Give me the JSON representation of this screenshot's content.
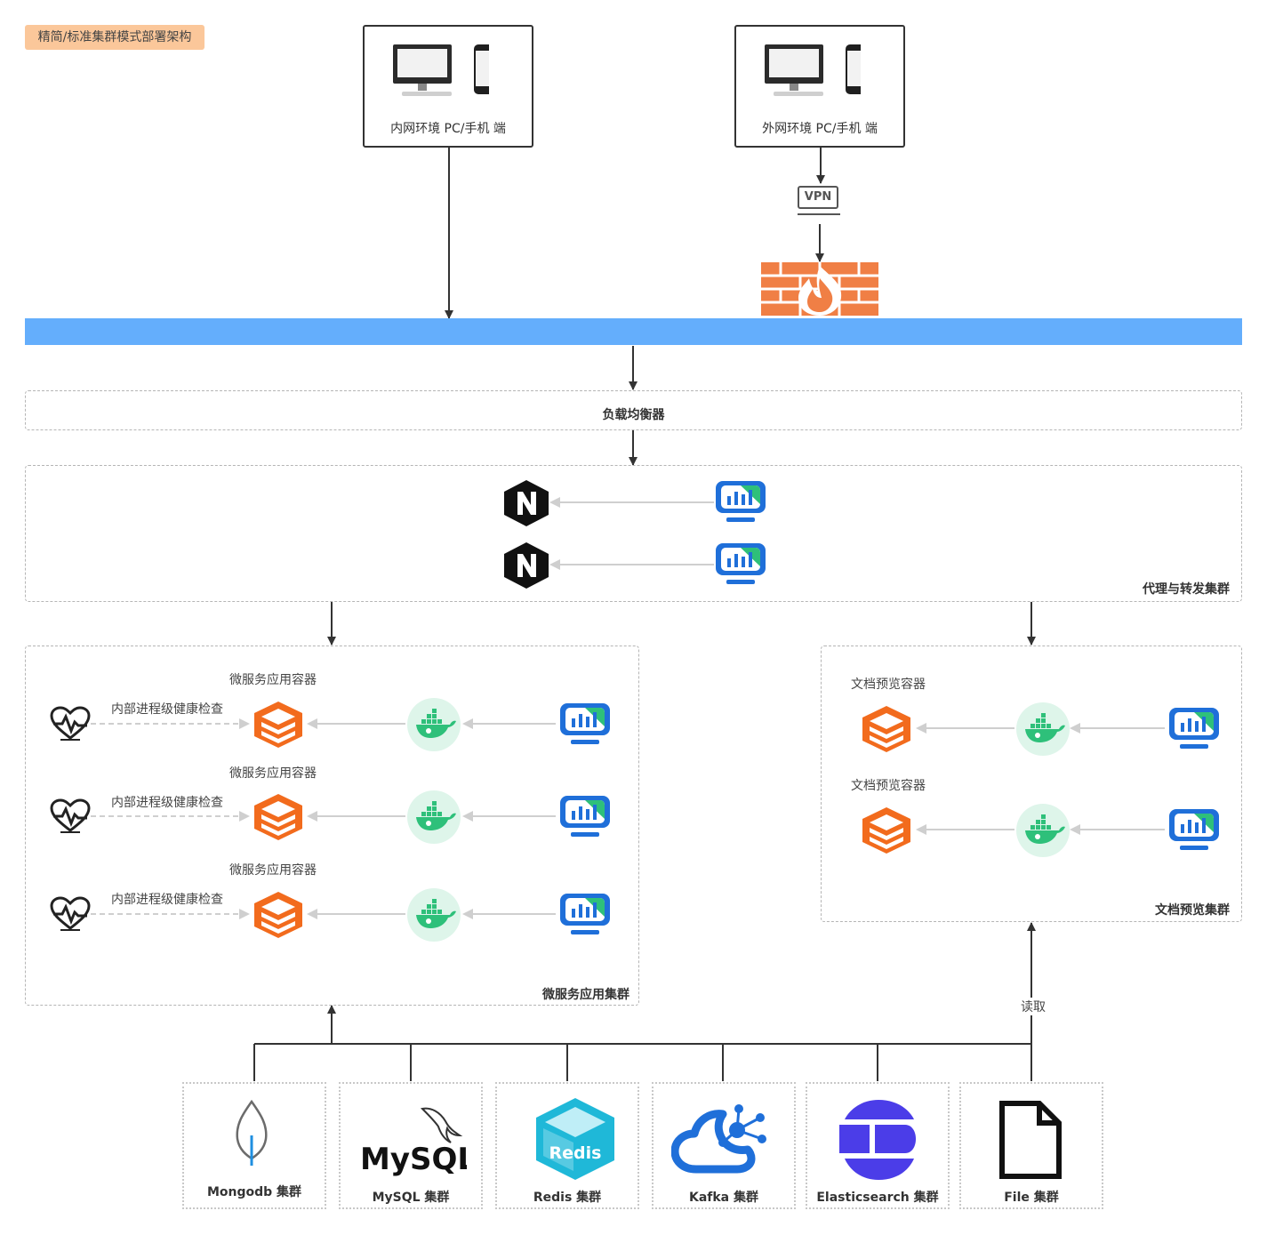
{
  "title_tag": "精简/标准集群模式部署架构",
  "clients": {
    "intranet": "内网环境 PC/手机 端",
    "internet": "外网环境 PC/手机 端"
  },
  "vpn_label": "VPN",
  "load_balancer": "负载均衡器",
  "proxy_cluster": "代理与转发集群",
  "micro_cluster": {
    "title": "微服务应用集群",
    "container_label": "微服务应用容器",
    "health_label": "内部进程级健康检查"
  },
  "doc_cluster": {
    "title": "文档预览集群",
    "container_label": "文档预览容器"
  },
  "read_label": "读取",
  "storage": [
    {
      "label": "Mongodb 集群",
      "icon": "mongodb-icon"
    },
    {
      "label": "MySQL 集群",
      "icon": "mysql-icon"
    },
    {
      "label": "Redis 集群",
      "icon": "redis-icon"
    },
    {
      "label": "Kafka 集群",
      "icon": "kafka-icon"
    },
    {
      "label": "Elasticsearch 集群",
      "icon": "elasticsearch-icon"
    },
    {
      "label": "File 集群",
      "icon": "file-icon"
    }
  ],
  "logo_text": {
    "mysql": "MySQL",
    "redis": "Redis"
  },
  "colors": {
    "bus": "#64aefc",
    "title_tag": "#fbc79a",
    "firewall": "#f07f45",
    "stack": "#f26b1d",
    "docker_bg": "#def5ea",
    "monitor": "#1f6fd9",
    "monitor_accent": "#2ec07a"
  }
}
